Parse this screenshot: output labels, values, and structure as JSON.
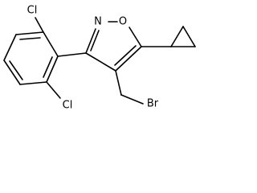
{
  "structure": {
    "atoms": {
      "n": "N",
      "o": "O",
      "cl_top": "Cl",
      "cl_bottom": "Cl",
      "br": "Br"
    },
    "colors": {
      "bond": "#000000",
      "label": "#000000",
      "background": "#ffffff"
    }
  }
}
